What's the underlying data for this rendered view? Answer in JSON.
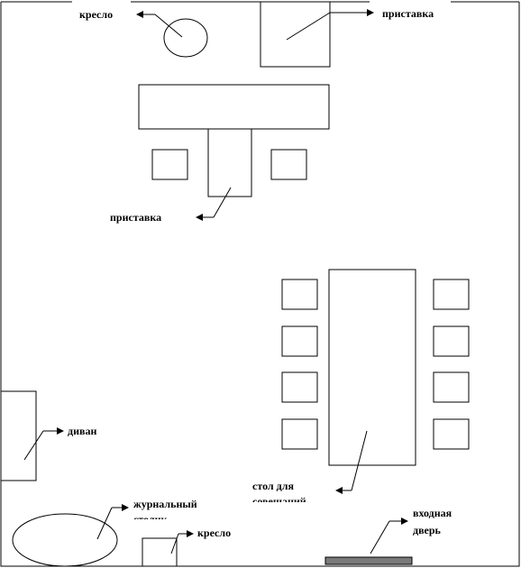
{
  "labels": {
    "armchair_top": "кресло",
    "console_top": "приставка",
    "console_middle": "приставка",
    "sofa": "диван",
    "meeting_table_line1": "стол для",
    "meeting_table_line2": "совещаний",
    "coffee_table_line1": "журнальный",
    "coffee_table_line2": "столик",
    "armchair_bottom": "кресло",
    "entrance_line1": "входная",
    "entrance_line2": "дверь"
  },
  "colors": {
    "line": "#000000",
    "background": "#ffffff",
    "door": "#7a7a7a"
  }
}
